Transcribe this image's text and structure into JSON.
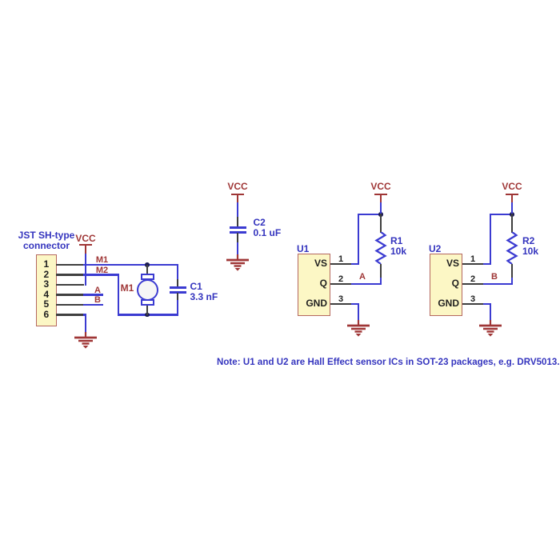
{
  "colors": {
    "wire": "#3B3BD1",
    "red": "#9F3636",
    "tblue": "#3434BE",
    "boxfill": "#FCF7C5",
    "boxborder": "#B5685F"
  },
  "connector": {
    "title": [
      "JST SH-type",
      "connector"
    ],
    "vcc": "VCC",
    "pins": [
      "1",
      "2",
      "3",
      "4",
      "5",
      "6"
    ]
  },
  "nets": {
    "m1": "M1",
    "m2": "M2",
    "a": "A",
    "b": "B"
  },
  "motor": {
    "ref": "M1"
  },
  "caps": {
    "c1_ref": "C1",
    "c1_val": "3.3 nF",
    "c2_ref": "C2",
    "c2_val": "0.1 uF",
    "c2_vcc": "VCC"
  },
  "u1": {
    "ref": "U1",
    "vcc": "VCC",
    "pin_names": [
      "VS",
      "Q",
      "GND"
    ],
    "pin_nums": [
      "1",
      "2",
      "3"
    ],
    "r_ref": "R1",
    "r_val": "10k",
    "net": "A"
  },
  "u2": {
    "ref": "U2",
    "vcc": "VCC",
    "pin_names": [
      "VS",
      "Q",
      "GND"
    ],
    "pin_nums": [
      "1",
      "2",
      "3"
    ],
    "r_ref": "R2",
    "r_val": "10k",
    "net": "B"
  },
  "note": "Note: U1 and U2 are Hall Effect sensor ICs in SOT-23 packages, e.g. DRV5013."
}
